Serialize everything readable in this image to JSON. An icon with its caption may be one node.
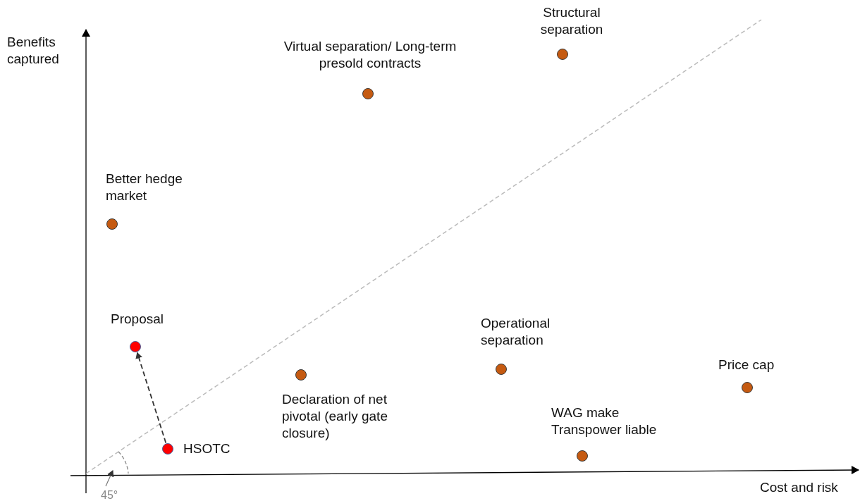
{
  "diagram": {
    "nodes": [
      {
        "text": [],
        "shape": "circle",
        "beside": [
          "Structural separation"
        ]
      },
      {
        "text": [],
        "shape": "circle",
        "beside": [
          "Virtual separation/ Long-term presold contracts"
        ]
      },
      {
        "text": [],
        "shape": "circle",
        "beside": [
          "Better hedge market"
        ]
      },
      {
        "text": [],
        "shape": "circle",
        "beside": [
          "Proposal"
        ]
      },
      {
        "text": [],
        "shape": "circle",
        "beside": [
          "Declaration of net pivotal (early gate closure)"
        ]
      },
      {
        "text": [],
        "shape": "circle",
        "beside": [
          "Operational separation"
        ]
      },
      {
        "text": [],
        "shape": "circle",
        "beside": [
          "Price cap"
        ]
      },
      {
        "text": [],
        "shape": "circle",
        "beside": [
          "HSOTC"
        ]
      },
      {
        "text": [],
        "shape": "circle",
        "beside": [
          "WAG make Transpower liable"
        ]
      }
    ],
    "edges": [
      {
        "from": 7,
        "to": 3,
        "arrow": "to",
        "style": "dashed"
      }
    ],
    "labels": [
      "Benefits captured",
      "Cost and risk",
      "45°"
    ]
  }
}
